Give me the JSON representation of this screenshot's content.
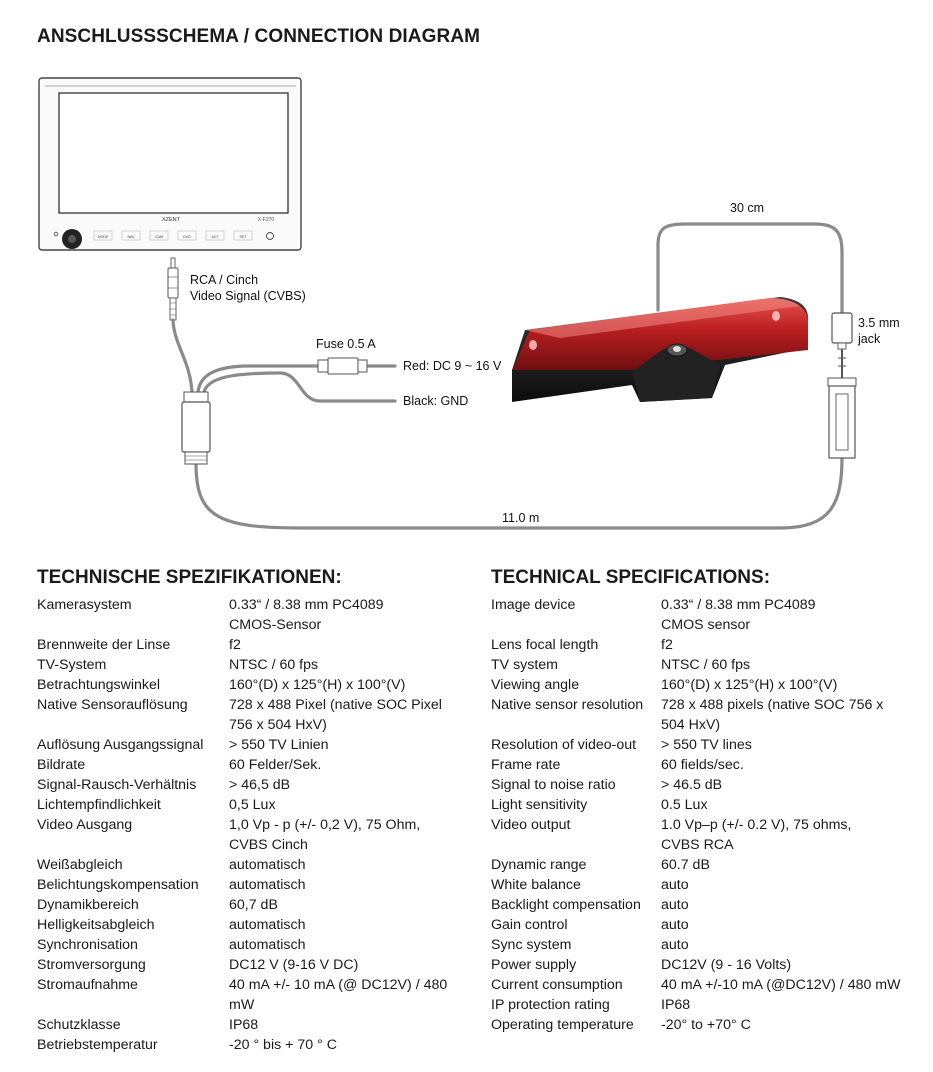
{
  "title": "ANSCHLUSSSCHEMA / CONNECTION DIAGRAM",
  "diagram": {
    "rca_label_1": "RCA / Cinch",
    "rca_label_2": "Video Signal (CVBS)",
    "fuse_label": "Fuse 0.5 A",
    "red_label": "Red: DC 9 ~ 16 V",
    "black_label": "Black: GND",
    "cable_top": "30 cm",
    "jack_label_1": "3.5 mm",
    "jack_label_2": "jack",
    "cable_bottom": "11.0 m",
    "monitor_brand": "XZENT",
    "monitor_model": "X-F270",
    "monitor_buttons": [
      "MODE",
      "NAV",
      "CAM",
      "DVD",
      "ACT",
      "SET"
    ]
  },
  "de": {
    "heading": "TECHNISCHE SPEZIFIKATIONEN:",
    "rows": [
      {
        "k": "Kamerasystem",
        "v": [
          "0.33“ / 8.38 mm PC4089",
          "CMOS-Sensor"
        ]
      },
      {
        "k": "Brennweite der Linse",
        "v": [
          "f2"
        ]
      },
      {
        "k": "TV-System",
        "v": [
          "NTSC / 60 fps"
        ]
      },
      {
        "k": "Betrachtungswinkel",
        "v": [
          "160°(D) x 125°(H) x 100°(V)"
        ]
      },
      {
        "k": "Native Sensorauflösung",
        "v": [
          "728 x 488 Pixel (native SOC Pixel",
          "756 x 504 HxV)"
        ]
      },
      {
        "k": "Auflösung Ausgangssignal",
        "v": [
          "> 550 TV Linien"
        ]
      },
      {
        "k": "Bildrate",
        "v": [
          "60 Felder/Sek."
        ]
      },
      {
        "k": "Signal-Rausch-Verhältnis",
        "v": [
          "> 46,5 dB"
        ]
      },
      {
        "k": "Lichtempfindlichkeit",
        "v": [
          "0,5 Lux"
        ]
      },
      {
        "k": "Video Ausgang",
        "v": [
          "1,0 Vp - p (+/- 0,2 V), 75 Ohm,",
          "CVBS Cinch"
        ]
      },
      {
        "k": "Weißabgleich",
        "v": [
          "automatisch"
        ]
      },
      {
        "k": "Belichtungskompensation",
        "v": [
          "automatisch"
        ]
      },
      {
        "k": "Dynamikbereich",
        "v": [
          "60,7 dB"
        ]
      },
      {
        "k": "Helligkeitsabgleich",
        "v": [
          "automatisch"
        ]
      },
      {
        "k": "Synchronisation",
        "v": [
          "automatisch"
        ]
      },
      {
        "k": "Stromversorgung",
        "v": [
          "DC12 V (9-16 V DC)"
        ]
      },
      {
        "k": "Stromaufnahme",
        "v": [
          "40 mA +/- 10 mA (@ DC12V) / 480 mW"
        ]
      },
      {
        "k": "Schutzklasse",
        "v": [
          "IP68"
        ]
      },
      {
        "k": "Betriebstemperatur",
        "v": [
          "-20 ° bis + 70 ° C"
        ]
      }
    ]
  },
  "en": {
    "heading": "TECHNICAL SPECIFICATIONS:",
    "rows": [
      {
        "k": "Image device",
        "v": [
          "0.33“ / 8.38 mm PC4089",
          "CMOS sensor"
        ]
      },
      {
        "k": "Lens focal length",
        "v": [
          "f2"
        ]
      },
      {
        "k": "TV system",
        "v": [
          "NTSC / 60 fps"
        ]
      },
      {
        "k": "Viewing angle",
        "v": [
          "160°(D) x 125°(H) x 100°(V)"
        ]
      },
      {
        "k": "Native sensor resolution",
        "v": [
          "728 x 488 pixels (native SOC 756 x",
          "504 HxV)"
        ]
      },
      {
        "k": "Resolution of video-out",
        "v": [
          "> 550 TV lines"
        ]
      },
      {
        "k": "Frame rate",
        "v": [
          "60 fields/sec."
        ]
      },
      {
        "k": "Signal to noise ratio",
        "v": [
          "> 46.5 dB"
        ]
      },
      {
        "k": "Light sensitivity",
        "v": [
          "0.5 Lux"
        ]
      },
      {
        "k": "Video output",
        "v": [
          "1.0 Vp–p (+/- 0.2 V), 75 ohms,",
          "CVBS RCA"
        ]
      },
      {
        "k": "Dynamic range",
        "v": [
          "60.7 dB"
        ]
      },
      {
        "k": "White balance",
        "v": [
          "auto"
        ]
      },
      {
        "k": "Backlight compensation",
        "v": [
          "auto"
        ]
      },
      {
        "k": "Gain control",
        "v": [
          "auto"
        ]
      },
      {
        "k": "Sync system",
        "v": [
          "auto"
        ]
      },
      {
        "k": "Power supply",
        "v": [
          "DC12V (9 - 16 Volts)"
        ]
      },
      {
        "k": "Current consumption",
        "v": [
          "40 mA +/-10 mA (@DC12V) / 480 mW"
        ]
      },
      {
        "k": "IP protection rating",
        "v": [
          "IP68"
        ]
      },
      {
        "k": "Operating temperature",
        "v": [
          "-20° to +70° C"
        ]
      }
    ]
  }
}
